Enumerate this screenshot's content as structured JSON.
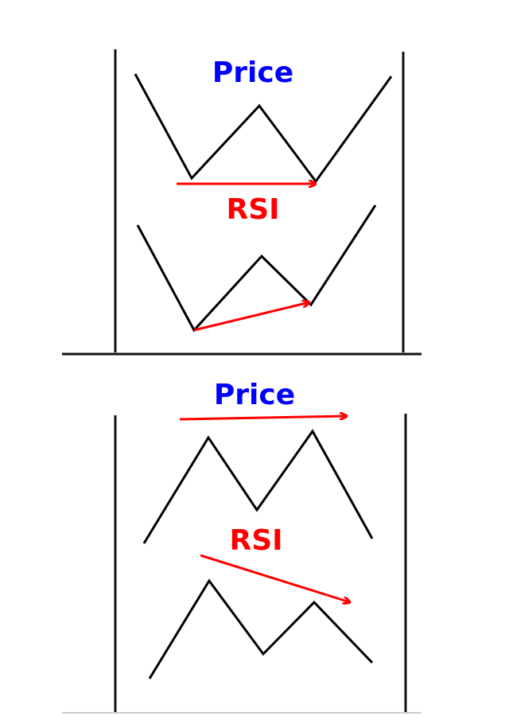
{
  "colors": {
    "price": "#0000ff",
    "rsi": "#ff0000",
    "line": "#000000"
  },
  "panels": [
    {
      "name": "bullish-divergence",
      "price_label": "Price",
      "rsi_label": "RSI"
    },
    {
      "name": "bearish-divergence",
      "price_label": "Price",
      "rsi_label": "RSI"
    }
  ]
}
